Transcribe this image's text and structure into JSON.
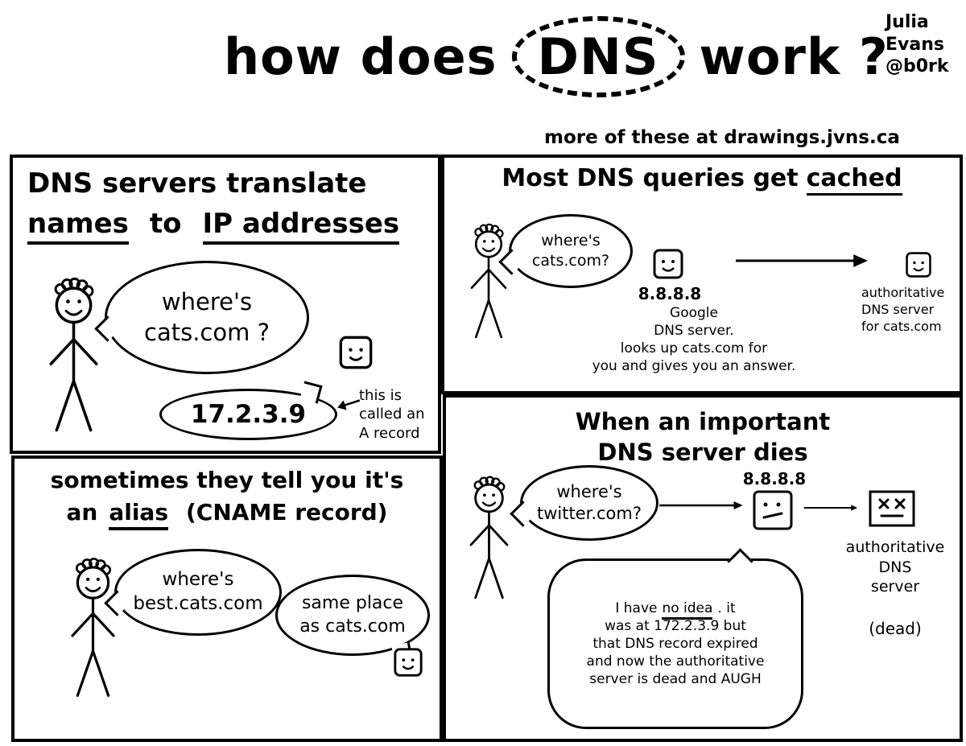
{
  "header": {
    "title_pre": "how does",
    "title_dns": "DNS",
    "title_post": "work ?",
    "author": "Julia\nEvans\n@b0rk",
    "subtitle": "more of these at drawings.jvns.ca"
  },
  "colors": {
    "ink": "#000000",
    "paper": "#ffffff"
  },
  "icons": {
    "resolver_server": "smiley-server-icon",
    "authoritative_server": "smiley-server-icon",
    "confused_server": "confused-face-server-icon",
    "dead_server": "dead-server-icon",
    "flow_arrow": "arrow-right-icon",
    "annotation_arrow": "arrow-left-icon"
  },
  "panel_translate": {
    "heading_line1": "DNS servers translate",
    "heading_names": "names",
    "heading_to": "to",
    "heading_ip": "IP addresses",
    "person_speech": "where's\ncats.com ?",
    "answer": "17.2.3.9",
    "annotation": "this is\ncalled an\nA record"
  },
  "panel_cached": {
    "heading_pre": "Most DNS queries get",
    "heading_cached": "cached",
    "person_speech": "where's\ncats.com?",
    "resolver_ip": "8.8.8.8",
    "resolver_label": "Google\nDNS server.\nlooks up cats.com for\nyou and gives you an answer.",
    "authoritative_label": "authoritative\nDNS server\nfor cats.com"
  },
  "panel_alias": {
    "heading_line1": "sometimes they tell you it's",
    "heading_an": "an",
    "heading_alias": "alias",
    "heading_cname": "(CNAME record)",
    "person_speech": "where's\nbest.cats.com",
    "server_reply": "same place\nas cats.com"
  },
  "panel_dies": {
    "heading": "When an important\nDNS server dies",
    "person_speech": "where's\ntwitter.com?",
    "resolver_ip": "8.8.8.8",
    "authoritative_label": "authoritative\nDNS\nserver",
    "authoritative_state": "(dead)",
    "bubble_pre": "I have",
    "bubble_noidea": "no idea",
    "bubble_post": ". it\nwas at 172.2.3.9 but\nthat DNS record expired\nand now the authoritative\nserver is dead and AUGH"
  }
}
